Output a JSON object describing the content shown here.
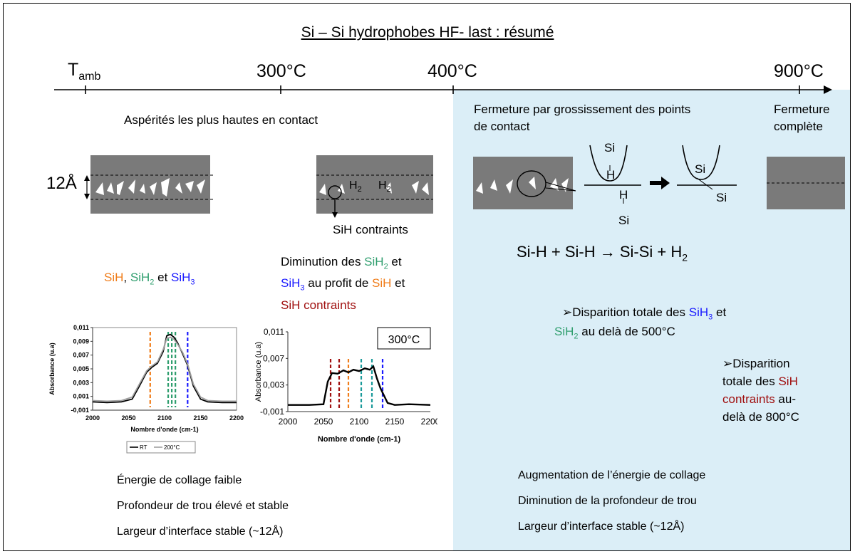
{
  "title": "Si – Si hydrophobes HF- last : résumé",
  "axis": {
    "t_amb_main": "T",
    "t_amb_sub": "amb",
    "t300": "300°C",
    "t400": "400°C",
    "t900": "900°C"
  },
  "left": {
    "asperites": "Aspérités les plus hautes en contact",
    "thickness": "12Å",
    "h2": "H",
    "h2_sub": "2",
    "sih_contraints_label": "SiH contraints",
    "species": {
      "sih": "SiH",
      "comma": ", ",
      "sih2_main": "SiH",
      "sih2_sub": "2",
      "et": " et ",
      "sih3_main": "SiH",
      "sih3_sub": "3"
    },
    "diminution": {
      "l1a": "Diminution des ",
      "l1_sih2": "SiH",
      "l1_sub": "2",
      "l1b": " et",
      "l2_sih3": "SiH",
      "l2_sub": "3",
      "l2a": " au profit de ",
      "l2_sih": "SiH",
      "l2b": " et",
      "l3": "SiH contraints"
    },
    "conclusions": [
      "Énergie de collage faible",
      "Profondeur de trou élevé et stable",
      "Largeur d’interface stable (~12Å)"
    ]
  },
  "right": {
    "fermeture1_l1": "Fermeture par grossissement des points",
    "fermeture1_l2": "de contact",
    "fermeture2_l1": "Fermeture",
    "fermeture2_l2": "complète",
    "si": "Si",
    "h": "H",
    "reaction_main": "Si-H + Si-H → Si-Si + H",
    "reaction_sub": "2",
    "disp1_a": "➢Disparition totale des ",
    "disp1_sih3": "SiH",
    "disp1_sub3": "3",
    "disp1_b": " et",
    "disp1_sih2": "SiH",
    "disp1_sub2": "2",
    "disp1_c": " au delà de 500°C",
    "disp2_l1": "➢Disparition",
    "disp2_l2": "totale des ",
    "disp2_sih": "SiH",
    "disp2_l3": "contraints",
    "disp2_l3b": " au-",
    "disp2_l4": "delà de 800°C",
    "conclusions": [
      "Augmentation de l’énergie de collage",
      "Diminution de la profondeur de trou",
      "Largeur d’interface stable (~12Å)"
    ]
  },
  "chart_data": [
    {
      "type": "line",
      "xlabel": "Nombre d'onde (cm-1)",
      "ylabel": "Absorbance (u.a)",
      "xlim": [
        2000,
        2200
      ],
      "ylim": [
        -0.001,
        0.011
      ],
      "x_ticks": [
        "2000",
        "2050",
        "2100",
        "2150",
        "2200"
      ],
      "y_ticks": [
        "0,011",
        "0,009",
        "0,007",
        "0,005",
        "0,003",
        "0,001",
        "-0,001"
      ],
      "legend": [
        "RT",
        "200°C"
      ],
      "legend_position": "bottom",
      "series": [
        {
          "name": "RT",
          "color": "#000000",
          "x": [
            2000,
            2020,
            2040,
            2055,
            2065,
            2075,
            2082,
            2090,
            2098,
            2103,
            2108,
            2113,
            2118,
            2125,
            2132,
            2140,
            2150,
            2160,
            2180,
            2200
          ],
          "y": [
            0.0002,
            0.0001,
            0.0002,
            0.0006,
            0.0025,
            0.0045,
            0.0052,
            0.0058,
            0.0075,
            0.0098,
            0.01,
            0.0096,
            0.0088,
            0.0072,
            0.0055,
            0.0025,
            0.0006,
            0.0002,
            0.0001,
            0.0001
          ]
        },
        {
          "name": "200°C",
          "color": "#a0a0a0",
          "x": [
            2000,
            2020,
            2040,
            2055,
            2065,
            2075,
            2082,
            2090,
            2098,
            2103,
            2108,
            2113,
            2118,
            2125,
            2132,
            2140,
            2150,
            2160,
            2180,
            2200
          ],
          "y": [
            0.0004,
            0.0003,
            0.0004,
            0.0009,
            0.0028,
            0.0047,
            0.0054,
            0.006,
            0.0078,
            0.0094,
            0.0096,
            0.0093,
            0.0086,
            0.0074,
            0.0057,
            0.0028,
            0.0009,
            0.0004,
            0.0003,
            0.0003
          ]
        }
      ],
      "markers": [
        {
          "x": 2080,
          "color": "#f07d1a"
        },
        {
          "x": 2105,
          "color": "#2f9e6e"
        },
        {
          "x": 2110,
          "color": "#2f9e6e"
        },
        {
          "x": 2115,
          "color": "#2f9e6e"
        },
        {
          "x": 2132,
          "color": "#1a1aff"
        }
      ]
    },
    {
      "type": "line",
      "annotation": "300°C",
      "xlabel": "Nombre d'onde (cm-1)",
      "ylabel": "Absorbance (u.a)",
      "xlim": [
        2000,
        2200
      ],
      "ylim": [
        -0.001,
        0.011
      ],
      "x_ticks": [
        "2000",
        "2050",
        "2100",
        "2150",
        "2200"
      ],
      "y_ticks": [
        "0,011",
        "0,007",
        "0,003",
        "-0,001"
      ],
      "series": [
        {
          "color": "#000000",
          "x": [
            2000,
            2030,
            2050,
            2056,
            2062,
            2070,
            2078,
            2085,
            2092,
            2100,
            2108,
            2115,
            2120,
            2125,
            2130,
            2140,
            2150,
            2170,
            2200
          ],
          "y": [
            0.0,
            0.0,
            0.0001,
            0.0035,
            0.0048,
            0.0047,
            0.0052,
            0.0049,
            0.0053,
            0.0051,
            0.0055,
            0.0053,
            0.0058,
            0.004,
            0.0025,
            0.0003,
            0.0,
            0.0001,
            0.0
          ]
        }
      ],
      "markers": [
        {
          "x": 2060,
          "color": "#a01010"
        },
        {
          "x": 2072,
          "color": "#a01010"
        },
        {
          "x": 2085,
          "color": "#f07d1a"
        },
        {
          "x": 2103,
          "color": "#1a9a9a"
        },
        {
          "x": 2118,
          "color": "#1a9a9a"
        },
        {
          "x": 2133,
          "color": "#1a1aff"
        }
      ]
    }
  ]
}
